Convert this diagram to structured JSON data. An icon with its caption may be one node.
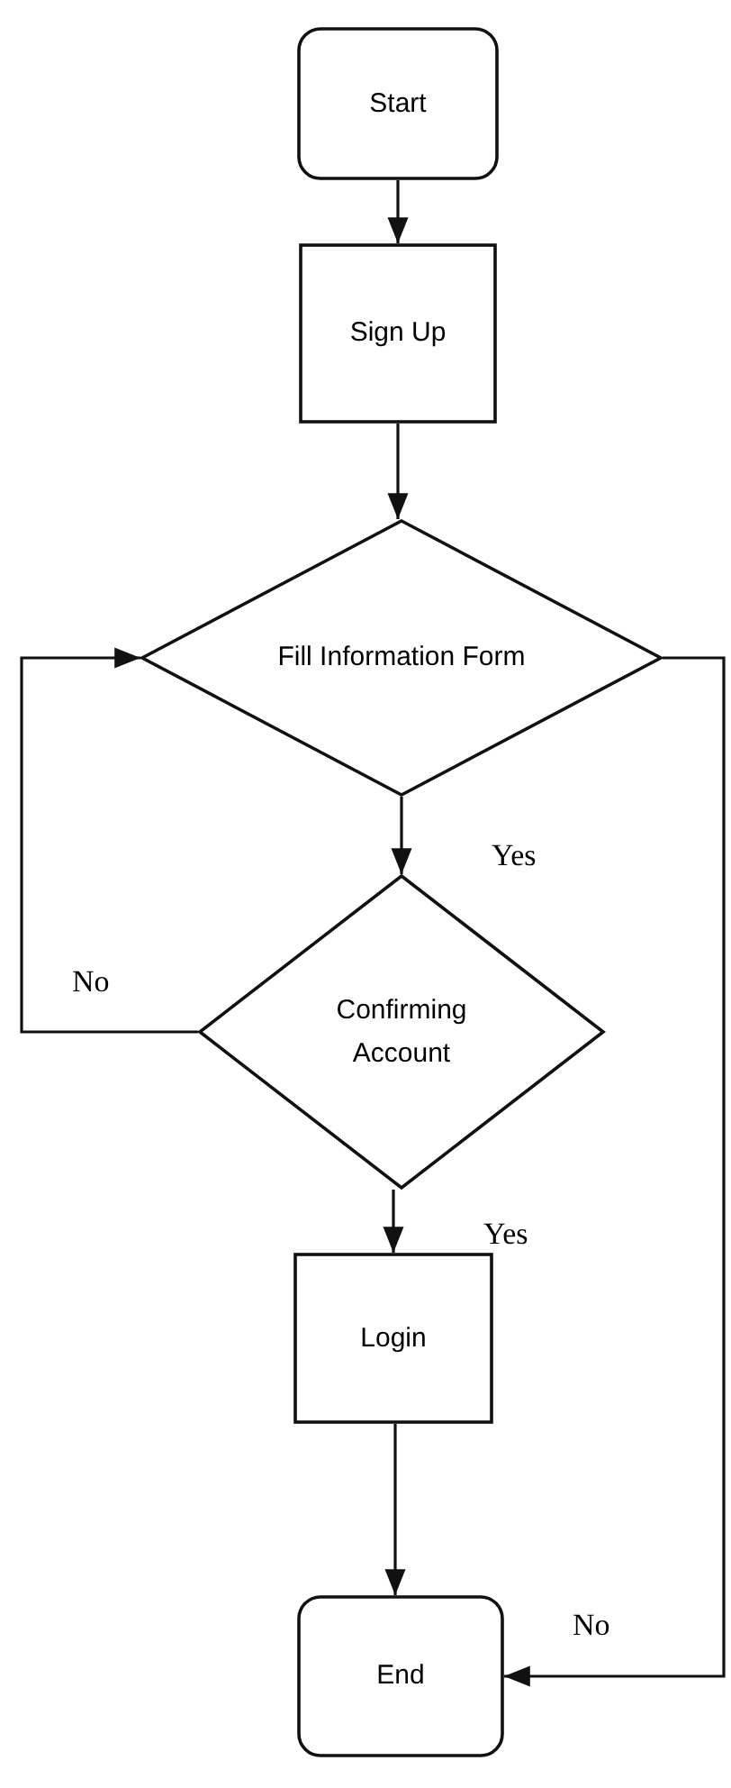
{
  "diagram": {
    "nodes": [
      {
        "text": [
          "Start"
        ]
      },
      {
        "text": [
          "Sign Up"
        ]
      },
      {
        "text": [
          "Fill Information Form"
        ]
      },
      {
        "text": [
          "Confirming Account"
        ]
      },
      {
        "text": [
          "Login"
        ]
      },
      {
        "text": [
          "End"
        ]
      }
    ],
    "edges": [
      {
        "from": 0,
        "to": 1,
        "arrow": "to"
      },
      {
        "from": 1,
        "to": 2,
        "arrow": "to"
      },
      {
        "from": 2,
        "to": 3,
        "arrow": "to",
        "label": "Yes"
      },
      {
        "from": 3,
        "to": 2,
        "arrow": "to",
        "label": "No"
      },
      {
        "from": 3,
        "to": 4,
        "arrow": "to",
        "label": "Yes"
      },
      {
        "from": 4,
        "to": 5,
        "arrow": "to"
      },
      {
        "from": 2,
        "to": 5,
        "arrow": "to",
        "label": "No"
      }
    ]
  }
}
